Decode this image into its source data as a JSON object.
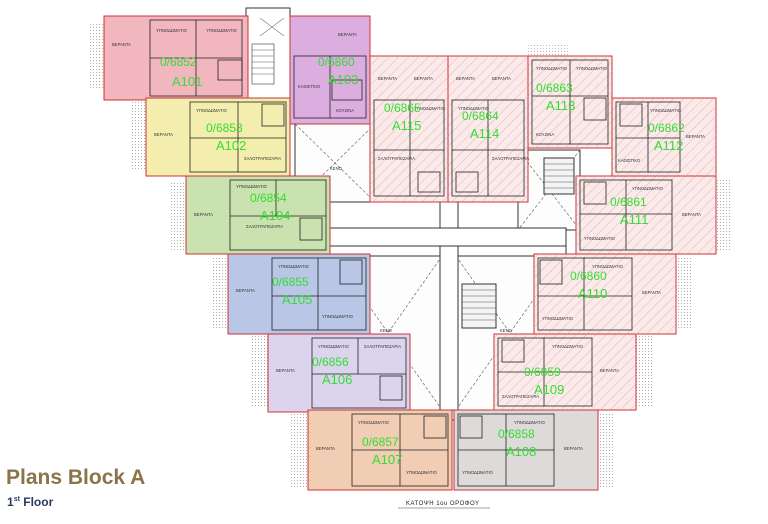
{
  "title": "Plans Block A",
  "subtitle": {
    "number": "1",
    "suffix": "st",
    "rest": " Floor"
  },
  "caption": "ΚΑΤΟΨΗ 1ου ΟΡΟΦΟΥ",
  "label_color": "#33dd33",
  "units": [
    {
      "id": "A101",
      "name": "A101",
      "code": "0/6852",
      "fill": "#f2b6bf",
      "hatched": false
    },
    {
      "id": "A102",
      "name": "A102",
      "code": "0/6853",
      "fill": "#f4eeae",
      "hatched": false
    },
    {
      "id": "A103",
      "name": "A103",
      "code": "0/6860",
      "fill": "#dcaee0",
      "hatched": false
    },
    {
      "id": "A104",
      "name": "A104",
      "code": "0/6854",
      "fill": "#c9e2b0",
      "hatched": false
    },
    {
      "id": "A105",
      "name": "A105",
      "code": "0/6855",
      "fill": "#b9c6e6",
      "hatched": false
    },
    {
      "id": "A106",
      "name": "A106",
      "code": "0/6856",
      "fill": "#dcd3ec",
      "hatched": false
    },
    {
      "id": "A107",
      "name": "A107",
      "code": "0/6857",
      "fill": "#f1cdb4",
      "hatched": false
    },
    {
      "id": "A108",
      "name": "A108",
      "code": "0/6858",
      "fill": "#dedada",
      "hatched": false
    },
    {
      "id": "A109",
      "name": "A109",
      "code": "0/6859",
      "fill": "#fbeaea",
      "hatched": true
    },
    {
      "id": "A110",
      "name": "A110",
      "code": "0/6860",
      "fill": "#fbeaea",
      "hatched": true
    },
    {
      "id": "A111",
      "name": "A111",
      "code": "0/6861",
      "fill": "#fbeaea",
      "hatched": true
    },
    {
      "id": "A112",
      "name": "A112",
      "code": "0/6862",
      "fill": "#fbeaea",
      "hatched": true
    },
    {
      "id": "A113",
      "name": "A113",
      "code": "0/6863",
      "fill": "#fbeaea",
      "hatched": true
    },
    {
      "id": "A114",
      "name": "A114",
      "code": "0/6864",
      "fill": "#fbeaea",
      "hatched": true
    },
    {
      "id": "A115",
      "name": "A115",
      "code": "0/6865",
      "fill": "#fbeaea",
      "hatched": true
    }
  ],
  "room_labels": {
    "veranda": "ΒΕΡΑΝΤΑ",
    "bedroom": "ΥΠΝΟΔΩΜΑΤΙΟ",
    "living": "ΚΑΘΙΣΤΙΚΟ",
    "dining": "ΣΑΛΟΤΡΑΠΕΖΑΡΙΑ",
    "kitchen": "ΚΟΥΖΙΝΑ",
    "void": "ΚΕΝΟ"
  }
}
